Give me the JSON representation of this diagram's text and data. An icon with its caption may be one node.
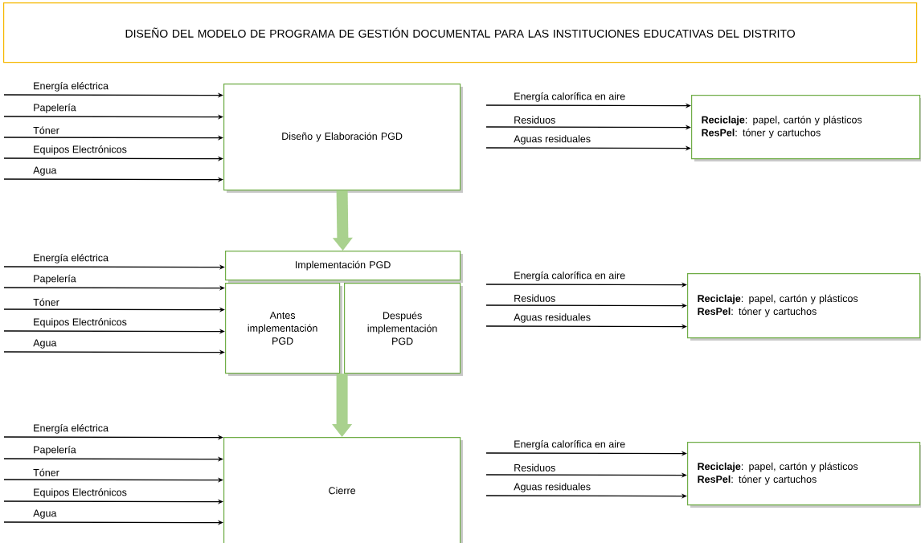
{
  "diagram": {
    "title": "DISEÑO DEL MODELO DE PROGRAMA DE GESTIÓN DOCUMENTAL PARA LAS INSTITUCIONES EDUCATIVAS DEL DISTRITO",
    "nodes": [
      {
        "text": [
          "Diseño y Elaboración PGD"
        ]
      },
      {
        "text": [
          "**Reciclaje**: papel, cartón y   plásticos",
          "**ResPel**: tóner y cartuchos"
        ]
      },
      {
        "text": [
          "Implementación PGD"
        ]
      },
      {
        "text": [
          "Antes implementación PGD"
        ]
      },
      {
        "text": [
          "Después implementación PGD"
        ]
      },
      {
        "text": [
          "**Reciclaje**: papel, cartón y   plásticos",
          "**ResPel**: tóner y cartuchos"
        ]
      },
      {
        "text": [
          "Cierre"
        ]
      },
      {
        "text": [
          "**Reciclaje**: papel, cartón y   plásticos",
          "**ResPel**: tóner y cartuchos"
        ]
      }
    ],
    "edges": [
      {
        "from": null,
        "to": 0,
        "arrow": "to",
        "label": "Energía eléctrica"
      },
      {
        "from": null,
        "to": 0,
        "arrow": "to",
        "label": "Papelería"
      },
      {
        "from": null,
        "to": 0,
        "arrow": "to",
        "label": "Tóner"
      },
      {
        "from": null,
        "to": 0,
        "arrow": "to",
        "label": "Equipos Electrónicos"
      },
      {
        "from": null,
        "to": 0,
        "arrow": "to",
        "label": "Agua"
      },
      {
        "from": null,
        "to": 1,
        "arrow": "to",
        "label": "Energía calorífica en aire"
      },
      {
        "from": null,
        "to": 1,
        "arrow": "to",
        "label": "Residuos"
      },
      {
        "from": null,
        "to": 1,
        "arrow": "to",
        "label": "Aguas residuales"
      },
      {
        "from": 0,
        "to": 2,
        "arrow": "to",
        "style": "thick",
        "color": "#a9d18e"
      },
      {
        "from": null,
        "to": 2,
        "arrow": "to",
        "label": "Energía eléctrica"
      },
      {
        "from": null,
        "to": 3,
        "arrow": "to",
        "label": "Papelería"
      },
      {
        "from": null,
        "to": 3,
        "arrow": "to",
        "label": "Tóner"
      },
      {
        "from": null,
        "to": 3,
        "arrow": "to",
        "label": "Equipos Electrónicos"
      },
      {
        "from": null,
        "to": 3,
        "arrow": "to",
        "label": "Agua"
      },
      {
        "from": null,
        "to": 5,
        "arrow": "to",
        "label": "Energía calorífica en aire"
      },
      {
        "from": null,
        "to": 5,
        "arrow": "to",
        "label": "Residuos"
      },
      {
        "from": null,
        "to": 5,
        "arrow": "to",
        "label": "Aguas residuales"
      },
      {
        "from": 3,
        "to": 6,
        "arrow": "to",
        "style": "thick",
        "color": "#a9d18e"
      },
      {
        "from": 4,
        "to": 6,
        "arrow": "to",
        "style": "thick",
        "color": "#a9d18e"
      },
      {
        "from": null,
        "to": 6,
        "arrow": "to",
        "label": "Energía eléctrica"
      },
      {
        "from": null,
        "to": 6,
        "arrow": "to",
        "label": "Papelería"
      },
      {
        "from": null,
        "to": 6,
        "arrow": "to",
        "label": "Tóner"
      },
      {
        "from": null,
        "to": 6,
        "arrow": "to",
        "label": "Equipos Electrónicos"
      },
      {
        "from": null,
        "to": 6,
        "arrow": "to",
        "label": "Agua"
      },
      {
        "from": null,
        "to": 7,
        "arrow": "to",
        "label": "Energía calorífica en aire"
      },
      {
        "from": null,
        "to": 7,
        "arrow": "to",
        "label": "Residuos"
      },
      {
        "from": null,
        "to": 7,
        "arrow": "to",
        "label": "Aguas residuales"
      }
    ]
  }
}
